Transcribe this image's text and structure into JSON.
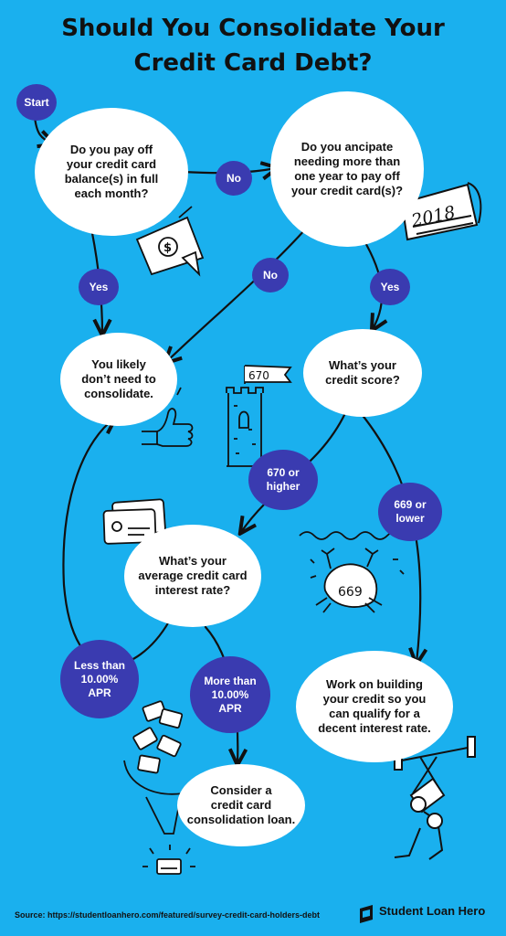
{
  "title": {
    "line1": "Should You Consolidate Your",
    "line2": "Credit Card Debt?"
  },
  "nodes": {
    "start": "Start",
    "q_pay_off": "Do you pay off\nyour credit card\nbalance(s) in full\neach month?",
    "q_anticipate": "Do you ancipate\nneeding more than\none year to pay off\nyour credit card(s)?",
    "r_no_need": "You likely\ndon’t need to\nconsolidate.",
    "q_credit_score": "What’s your\ncredit score?",
    "q_interest_rate": "What’s your\naverage credit card\ninterest rate?",
    "r_build_credit": "Work on building\nyour credit so you\ncan qualify for a\ndecent interest rate.",
    "r_consider_loan": "Consider a\ncredit card\nconsolidation loan."
  },
  "labels": {
    "no_1": "No",
    "yes_1": "Yes",
    "no_2": "No",
    "yes_2": "Yes",
    "score_high": "670 or\nhigher",
    "score_low": "669 or\nlower",
    "apr_low": "Less than\n10.00%\nAPR",
    "apr_high": "More than\n10.00%\nAPR"
  },
  "illustrations": {
    "calendar_text": "2018",
    "flag_text": "670",
    "crab_text": "669"
  },
  "footer": {
    "source": "Source: https://studentloanhero.com/featured/survey-credit-card-holders-debt",
    "brand": "Student Loan Hero"
  },
  "colors": {
    "background": "#1ab0ee",
    "bubble": "#ffffff",
    "tag": "#3a3bb0",
    "ink": "#111111"
  }
}
